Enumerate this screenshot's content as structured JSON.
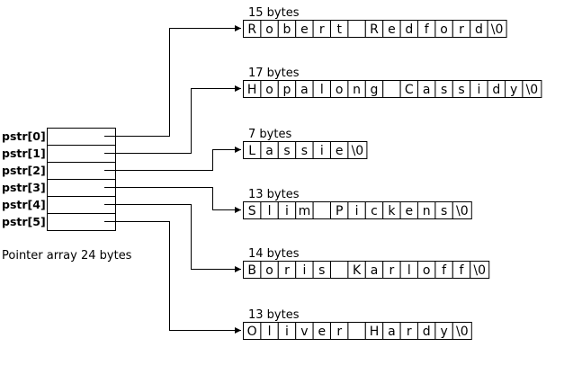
{
  "pointer_array": {
    "labels": [
      "pstr[0]",
      "pstr[1]",
      "pstr[2]",
      "pstr[3]",
      "pstr[4]",
      "pstr[5]"
    ],
    "caption": "Pointer array 24 bytes"
  },
  "strings": [
    {
      "bytes_label": "15 bytes",
      "cells": [
        "R",
        "o",
        "b",
        "e",
        "r",
        "t",
        " ",
        "R",
        "e",
        "d",
        "f",
        "o",
        "r",
        "d",
        "\\0"
      ]
    },
    {
      "bytes_label": "17 bytes",
      "cells": [
        "H",
        "o",
        "p",
        "a",
        "l",
        "o",
        "n",
        "g",
        " ",
        "C",
        "a",
        "s",
        "s",
        "i",
        "d",
        "y",
        "\\0"
      ]
    },
    {
      "bytes_label": "7 bytes",
      "cells": [
        "L",
        "a",
        "s",
        "s",
        "i",
        "e",
        "\\0"
      ]
    },
    {
      "bytes_label": "13 bytes",
      "cells": [
        "S",
        "l",
        "i",
        "m",
        " ",
        "P",
        "i",
        "c",
        "k",
        "e",
        "n",
        "s",
        "\\0"
      ]
    },
    {
      "bytes_label": "14 bytes",
      "cells": [
        "B",
        "o",
        "r",
        "i",
        "s",
        " ",
        "K",
        "a",
        "r",
        "l",
        "o",
        "f",
        "f",
        "\\0"
      ]
    },
    {
      "bytes_label": "13 bytes",
      "cells": [
        "O",
        "l",
        "i",
        "v",
        "e",
        "r",
        " ",
        "H",
        "a",
        "r",
        "d",
        "y",
        "\\0"
      ]
    }
  ]
}
